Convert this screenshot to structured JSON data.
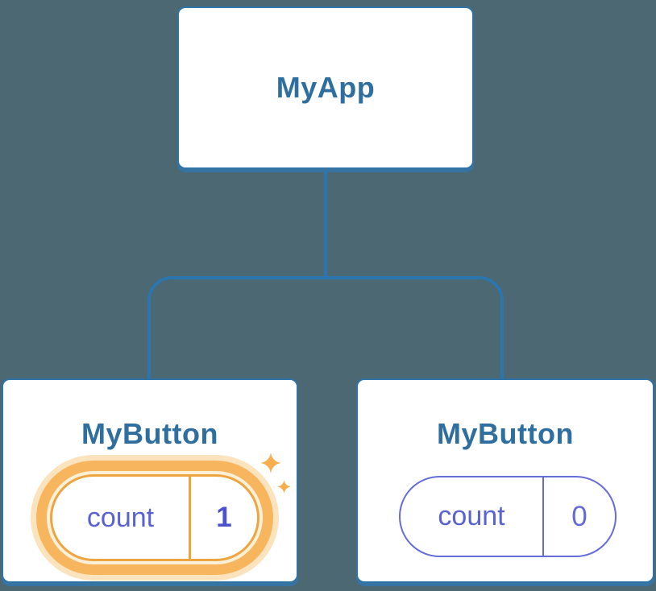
{
  "colors": {
    "background": "#4C6872",
    "card_bg": "#FFFFFF",
    "card_border": "#2F73A7",
    "card_shadow": "#3674A4",
    "connector": "#2B76AE",
    "title_text": "#2F6F9F",
    "state_key_text": "#5A61D2",
    "state_value_text": "#646AD8",
    "state_value_highlight_text": "#4B52CC",
    "pill_border_default": "#666CD9",
    "pill_border_highlight": "#EEA540",
    "highlight_gap": "#FDF0D9",
    "highlight_ring": "#F7B65E",
    "highlight_halo": "#FBE3BE",
    "sparkle": "#F6AE4F"
  },
  "diagram": {
    "root": {
      "title": "MyApp"
    },
    "children": [
      {
        "title": "MyButton",
        "highlighted": true,
        "state": {
          "key": "count",
          "value": "1"
        }
      },
      {
        "title": "MyButton",
        "highlighted": false,
        "state": {
          "key": "count",
          "value": "0"
        }
      }
    ],
    "icons": {
      "sparkle_large": "four-point-star",
      "sparkle_small": "four-point-star"
    }
  }
}
